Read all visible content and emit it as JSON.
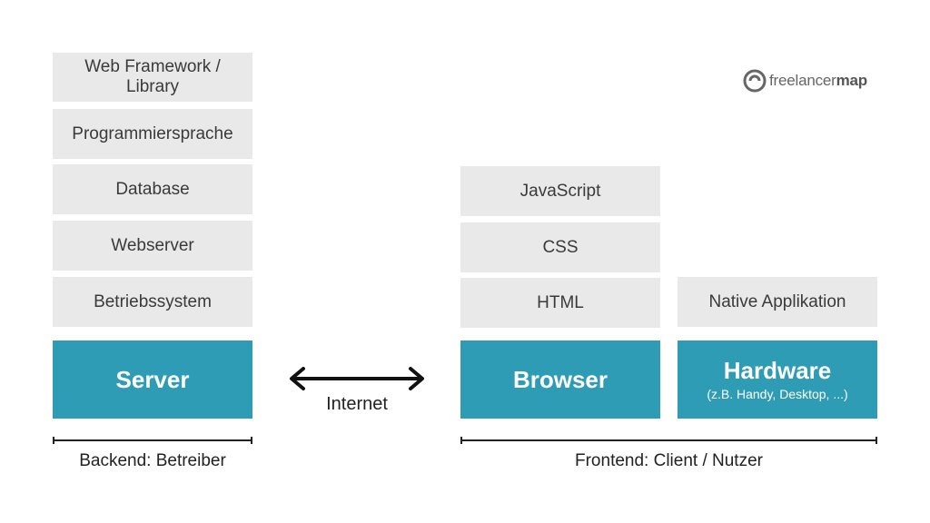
{
  "logo": {
    "text_light": "freelancer",
    "text_bold": "map"
  },
  "backend": {
    "stack": [
      "Web Framework /\nLibrary",
      "Programmiersprache",
      "Database",
      "Webserver",
      "Betriebssystem"
    ],
    "base": "Server",
    "caption": "Backend: Betreiber"
  },
  "connector": {
    "label": "Internet"
  },
  "frontend": {
    "browser_stack": [
      "JavaScript",
      "CSS",
      "HTML"
    ],
    "browser_base": "Browser",
    "native_stack": [
      "Native Applikation"
    ],
    "hardware_base": "Hardware",
    "hardware_sub": "(z.B. Handy, Desktop, ...)",
    "caption": "Frontend: Client / Nutzer"
  },
  "colors": {
    "teal": "#2e9cb5",
    "gray_box": "#e9e9e9"
  }
}
